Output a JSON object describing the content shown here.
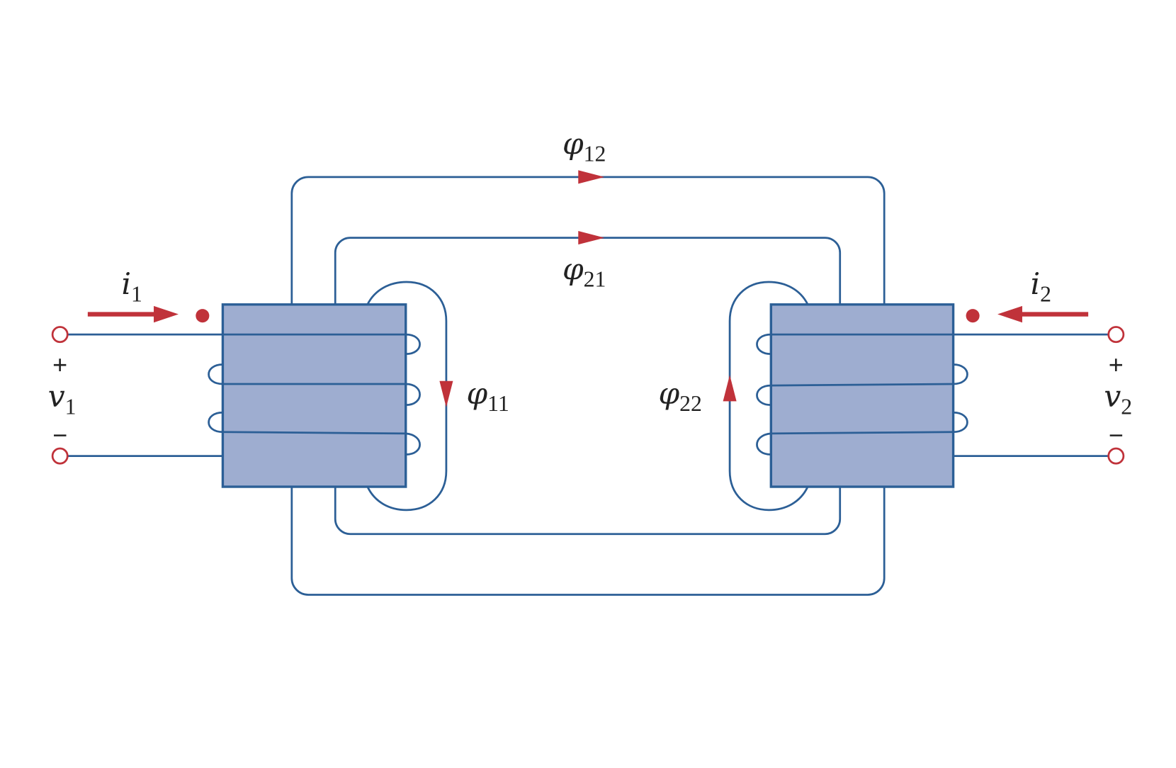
{
  "title": "Magnetically coupled coils",
  "labels": {
    "phi12": {
      "sym": "φ",
      "sub": "12"
    },
    "phi21": {
      "sym": "φ",
      "sub": "21"
    },
    "phi11": {
      "sym": "φ",
      "sub": "11"
    },
    "phi22": {
      "sym": "φ",
      "sub": "22"
    },
    "i1": {
      "sym": "i",
      "sub": "1"
    },
    "i2": {
      "sym": "i",
      "sub": "2"
    },
    "v1": {
      "sym": "v",
      "sub": "1"
    },
    "v2": {
      "sym": "v",
      "sub": "2"
    }
  },
  "signs": {
    "plus": "+",
    "minus": "−"
  },
  "colors": {
    "wire": "#2c5f96",
    "core": "#9eadd0",
    "accent": "#c0323a"
  }
}
